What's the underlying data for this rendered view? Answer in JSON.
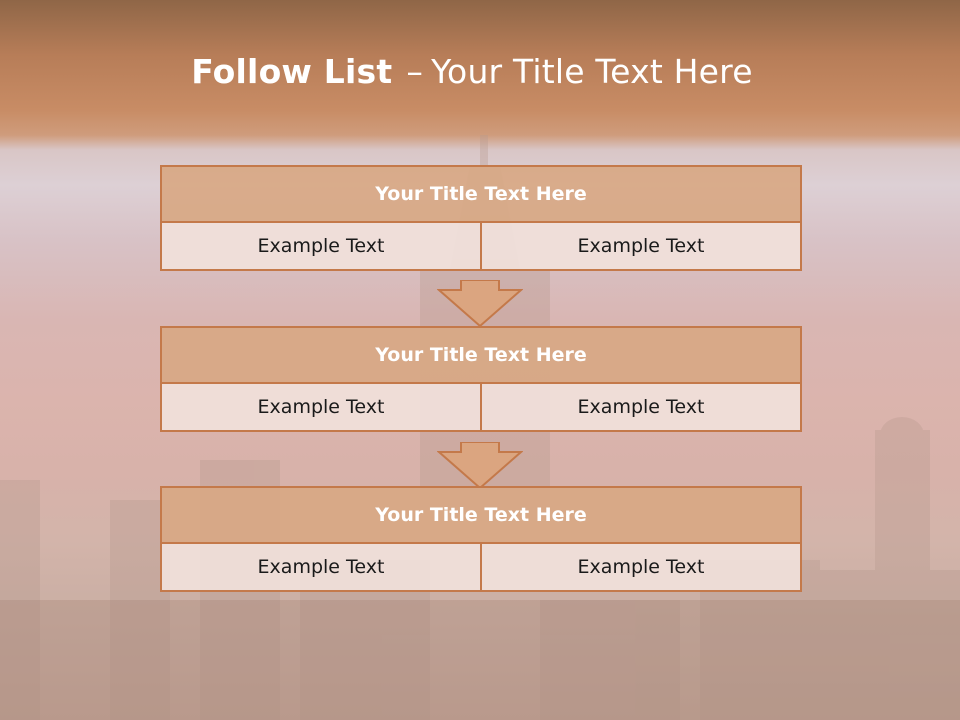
{
  "title": {
    "bold": "Follow List",
    "separator": "–",
    "rest": "Your Title Text Here"
  },
  "blocks": [
    {
      "heading": "Your Title Text Here",
      "left": "Example Text",
      "right": "Example Text"
    },
    {
      "heading": "Your Title Text Here",
      "left": "Example Text",
      "right": "Example Text"
    },
    {
      "heading": "Your Title Text Here",
      "left": "Example Text",
      "right": "Example Text"
    }
  ],
  "colors": {
    "accent_border": "#c4794a",
    "header_fill": "#d8a884",
    "cell_fill": "#f0e0da",
    "arrow_fill": "#dba580"
  }
}
